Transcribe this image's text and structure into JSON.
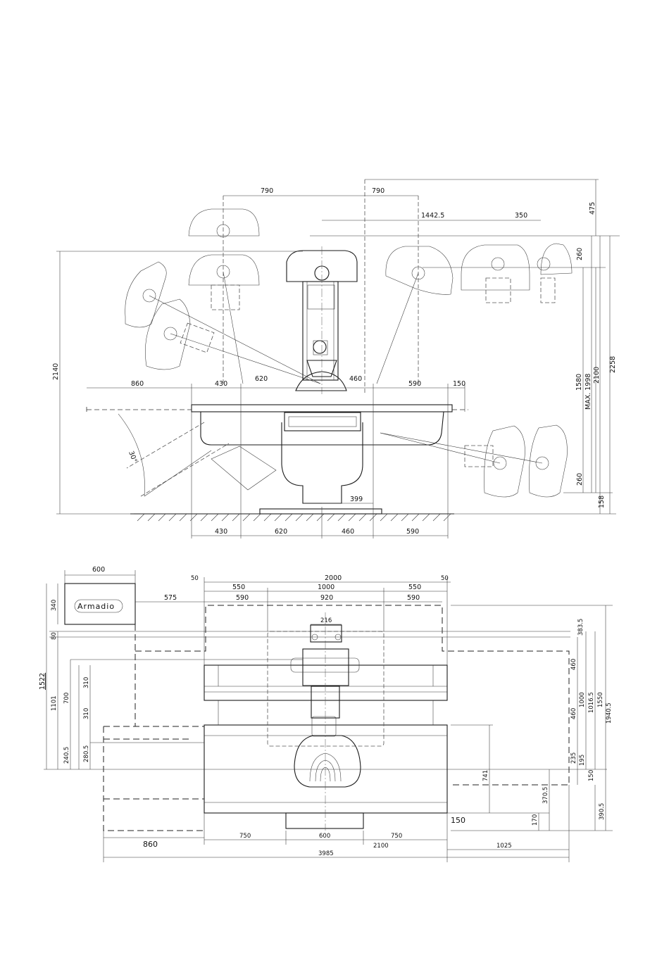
{
  "side_view": {
    "dims": {
      "top_left_790": "790",
      "top_right_790": "790",
      "d1442": "1442.5",
      "d350": "350",
      "d475": "475",
      "d2140": "2140",
      "d860": "860",
      "d430_top": "430",
      "d620_top": "620",
      "d460_top": "460",
      "d590_top": "590",
      "d150_top": "150",
      "d260_top": "260",
      "d1580": "1580",
      "dmax": "MAX. 1998",
      "d2100": "2100",
      "d2258": "2258",
      "d260_bot": "260",
      "d158": "158",
      "d399": "399",
      "angle": "30°",
      "b430": "430",
      "b620": "620",
      "b460": "460",
      "b590": "590"
    }
  },
  "top_view": {
    "brand": "Armadio",
    "dims": {
      "d600_cab": "600",
      "d340": "340",
      "d575": "575",
      "d50l": "50",
      "d2000": "2000",
      "d50r": "50",
      "d550l": "550",
      "d1000": "1000",
      "d550r": "550",
      "d590l": "590",
      "d920": "920",
      "d590r": "590",
      "d216": "216",
      "d383": "383.5",
      "d80": "80",
      "d1522": "1522",
      "d1101": "1101",
      "d700": "700",
      "d310a": "310",
      "d310b": "310",
      "d240": "240.5",
      "d280": "280.5",
      "d460a": "460",
      "d460b": "460",
      "d1000v": "1000",
      "d1016": "1016.5",
      "d1550": "1550",
      "d1940": "1940.5",
      "d235": "235",
      "d195": "195",
      "d150v": "150",
      "d741": "741",
      "d370": "370.5",
      "d390": "390.5",
      "d170": "170",
      "d150h": "150",
      "d860": "860",
      "d750l": "750",
      "d600": "600",
      "d750r": "750",
      "d2100": "2100",
      "d1025": "1025",
      "d3985": "3985"
    }
  }
}
